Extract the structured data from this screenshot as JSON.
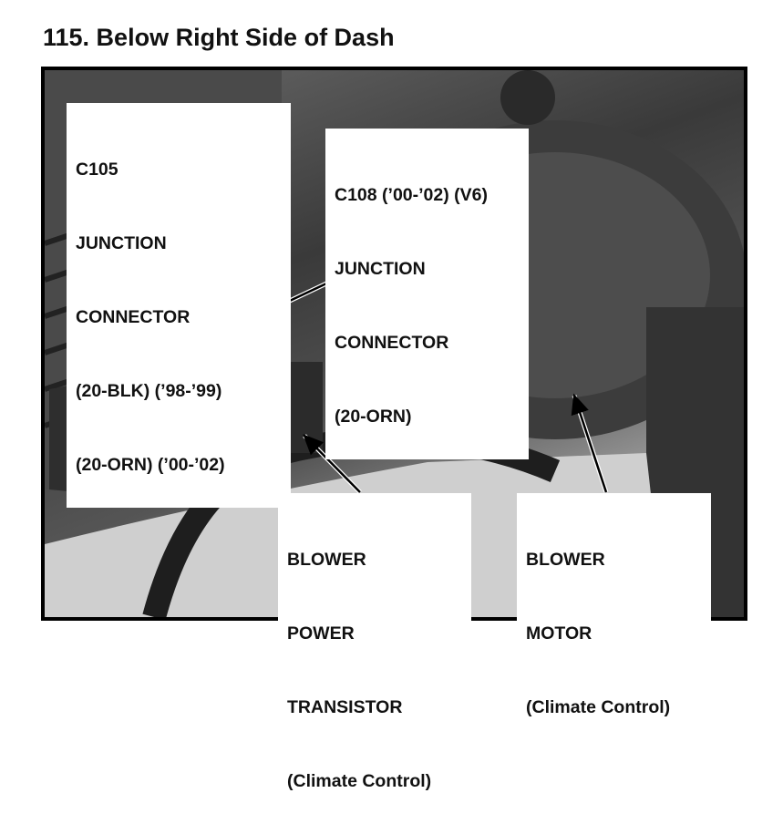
{
  "title": "115. Below Right Side of Dash",
  "callouts": {
    "c105": [
      "C105",
      "JUNCTION",
      "CONNECTOR",
      "(20-BLK) (’98-’99)",
      "(20-ORN) (’00-’02)"
    ],
    "c108": [
      "C108 (’00-’02) (V6)",
      "JUNCTION",
      "CONNECTOR",
      "(20-ORN)"
    ],
    "transistor": [
      "BLOWER",
      "POWER",
      "TRANSISTOR",
      "(Climate Control)"
    ],
    "motor": [
      "BLOWER",
      "MOTOR",
      "(Climate Control)"
    ]
  }
}
